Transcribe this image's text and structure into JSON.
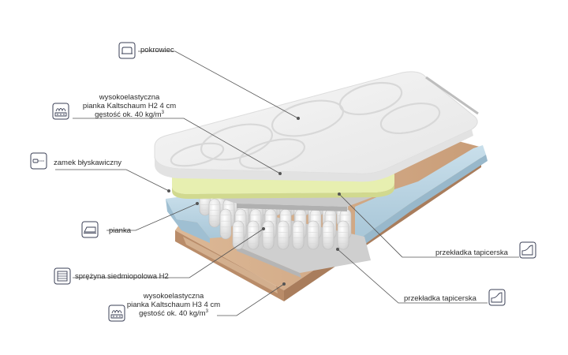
{
  "labels": {
    "cover": "pokrowiec",
    "top_foam": {
      "line1": "wysokoelastyczna",
      "line2": "pianka Kaltschaum H2 4 cm",
      "line3": "gęstość ok. 40 kg/m",
      "sup": "3"
    },
    "zipper": "zamek błyskawiczny",
    "foam": "pianka",
    "springs": "sprężyna siedmiopolowa H2",
    "bottom_foam": {
      "line1": "wysokoelastyczna",
      "line2": "pianka Kaltschaum H3 4 cm",
      "line3": "gęstość ok. 40 kg/m",
      "sup": "3"
    },
    "felt_top": "przekładka tapicerska",
    "felt_bottom": "przekładka tapicerska"
  },
  "icons": {
    "cover": "mattress-cover-icon",
    "top_foam": "foam-layer-icon",
    "zipper": "zipper-icon",
    "foam": "foam-block-icon",
    "springs": "spring-core-icon",
    "bottom_foam": "foam-layer-icon",
    "felt_top": "felt-sheet-icon",
    "felt_bottom": "felt-sheet-icon"
  },
  "colors": {
    "leader": "#555555",
    "icon_stroke": "#3a3f55",
    "cover": "#f3f3f3",
    "top_foam": "#e8efb0",
    "side_foam": "#b9d4e3",
    "felt": "#c7c7c7",
    "base": "#d7b08f"
  }
}
